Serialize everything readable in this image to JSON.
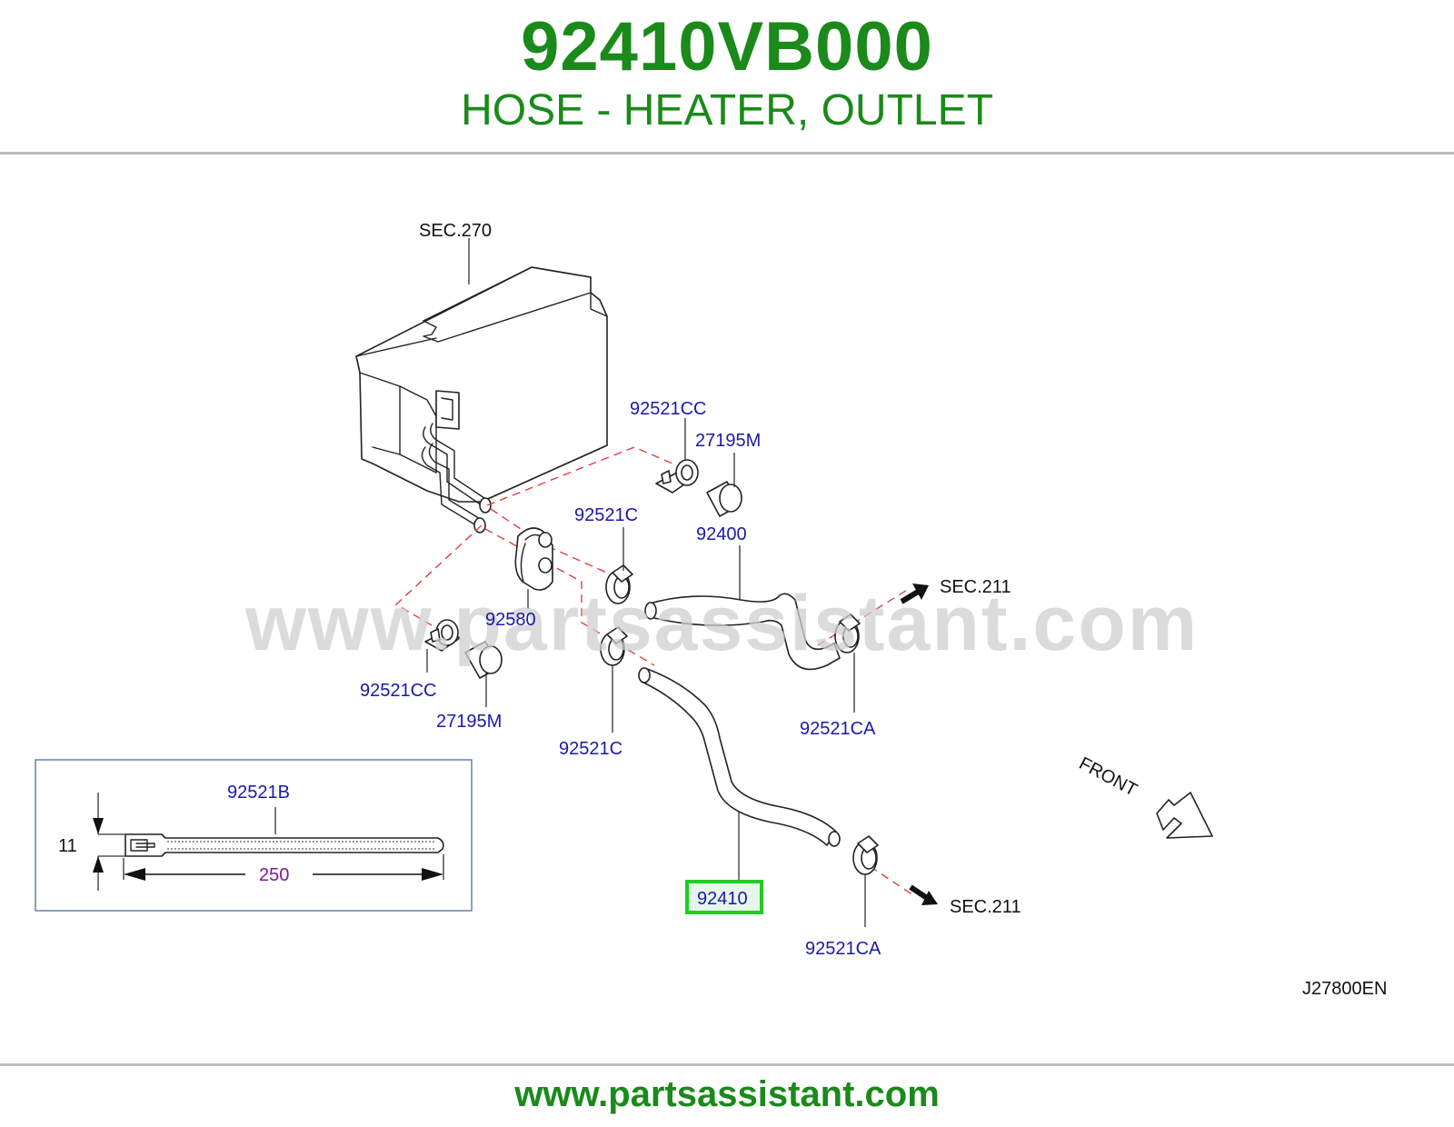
{
  "header": {
    "part_number": "92410VB000",
    "description": "HOSE - HEATER, OUTLET"
  },
  "footer": {
    "url": "www.partsassistant.com"
  },
  "watermark": {
    "text": "www.partsassistant.com"
  },
  "diagram": {
    "section_labels": {
      "heater_unit": "SEC.270",
      "engine_upper": "SEC.211",
      "engine_lower": "SEC.211"
    },
    "callouts": {
      "clip_upper": "92521CC",
      "grommet_upper": "27195M",
      "clamp_upper_left": "92521C",
      "hose_inlet": "92400",
      "grommet_main": "92580",
      "clip_lower": "92521CC",
      "grommet_lower": "27195M",
      "clamp_lower_left": "92521C",
      "clamp_upper_right": "92521CA",
      "hose_outlet": "92410",
      "clamp_lower_right": "92521CA"
    },
    "highlighted_part": "92410",
    "front_label": "FRONT",
    "drawing_code": "J27800EN",
    "inset": {
      "label": "92521B",
      "height_dim": "11",
      "length_dim": "250"
    },
    "colors": {
      "brand_green": "#1a8a1a",
      "callout_blue": "#1a1aa8",
      "highlight_green": "#22cc22",
      "dimension_purple": "#7a1a9a",
      "dashed_red": "#e04040"
    }
  }
}
